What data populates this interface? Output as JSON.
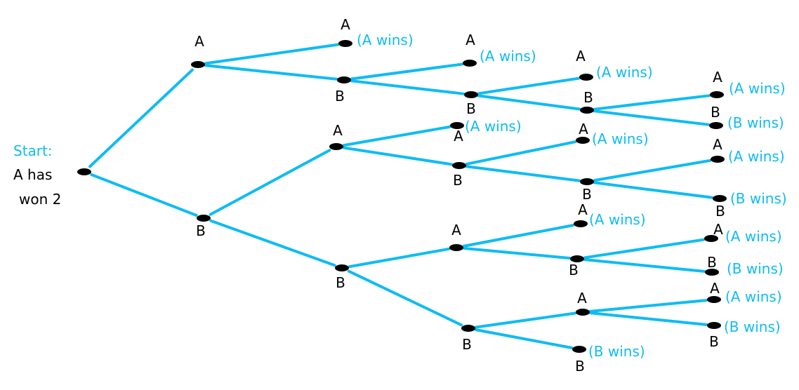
{
  "colors": {
    "edge": "#0fbcf2",
    "node": "#000000",
    "label": "#000000",
    "outcome": "#0fbcf2"
  },
  "start": {
    "heading": "Start:",
    "line1": "A has",
    "line2": "won 2"
  },
  "nodes": [
    {
      "id": "root",
      "label": ""
    },
    {
      "id": "a1",
      "label": "A"
    },
    {
      "id": "b1",
      "label": "B"
    },
    {
      "id": "aa",
      "label": "A",
      "outcome": "(A wins)"
    },
    {
      "id": "ab",
      "label": "B"
    },
    {
      "id": "aba",
      "label": "A",
      "outcome": "(A wins)"
    },
    {
      "id": "abb",
      "label": "B"
    },
    {
      "id": "abba",
      "label": "A",
      "outcome": "(A wins)"
    },
    {
      "id": "abbb",
      "label": "B"
    },
    {
      "id": "abbba",
      "label": "A",
      "outcome": "(A wins)"
    },
    {
      "id": "abbbb",
      "label": "B",
      "outcome": "(B wins)"
    },
    {
      "id": "ba",
      "label": "A"
    },
    {
      "id": "baa",
      "label": "A",
      "outcome": "(A wins)"
    },
    {
      "id": "bab",
      "label": "B"
    },
    {
      "id": "baba",
      "label": "A",
      "outcome": "(A wins)"
    },
    {
      "id": "babb",
      "label": "B"
    },
    {
      "id": "babba",
      "label": "A",
      "outcome": "(A wins)"
    },
    {
      "id": "babbb",
      "label": "B",
      "outcome": "(B wins)"
    },
    {
      "id": "bb",
      "label": "B"
    },
    {
      "id": "bba",
      "label": "A"
    },
    {
      "id": "bbaa",
      "label": "A",
      "outcome": "(A wins)"
    },
    {
      "id": "bbab",
      "label": "B"
    },
    {
      "id": "bbaba",
      "label": "A",
      "outcome": "(A wins)"
    },
    {
      "id": "bbabb",
      "label": "B",
      "outcome": "(B wins)"
    },
    {
      "id": "bbb",
      "label": "B"
    },
    {
      "id": "bbba",
      "label": "A"
    },
    {
      "id": "bbbaa",
      "label": "A",
      "outcome": "(A wins)"
    },
    {
      "id": "bbbab",
      "label": "B",
      "outcome": "(B wins)"
    },
    {
      "id": "bbbb",
      "label": "B",
      "outcome": "(B wins)"
    }
  ],
  "edges": [
    [
      "root",
      "a1"
    ],
    [
      "root",
      "b1"
    ],
    [
      "a1",
      "aa"
    ],
    [
      "a1",
      "ab"
    ],
    [
      "ab",
      "aba"
    ],
    [
      "ab",
      "abb"
    ],
    [
      "abb",
      "abba"
    ],
    [
      "abb",
      "abbb"
    ],
    [
      "abbb",
      "abbba"
    ],
    [
      "abbb",
      "abbbb"
    ],
    [
      "b1",
      "ba"
    ],
    [
      "b1",
      "bb"
    ],
    [
      "ba",
      "baa"
    ],
    [
      "ba",
      "bab"
    ],
    [
      "bab",
      "baba"
    ],
    [
      "bab",
      "babb"
    ],
    [
      "babb",
      "babba"
    ],
    [
      "babb",
      "babbb"
    ],
    [
      "bb",
      "bba"
    ],
    [
      "bb",
      "bbb"
    ],
    [
      "bba",
      "bbaa"
    ],
    [
      "bba",
      "bbab"
    ],
    [
      "bbab",
      "bbaba"
    ],
    [
      "bbab",
      "bbabb"
    ],
    [
      "bbb",
      "bbba"
    ],
    [
      "bbb",
      "bbbb"
    ],
    [
      "bbba",
      "bbbaa"
    ],
    [
      "bbba",
      "bbbab"
    ]
  ]
}
